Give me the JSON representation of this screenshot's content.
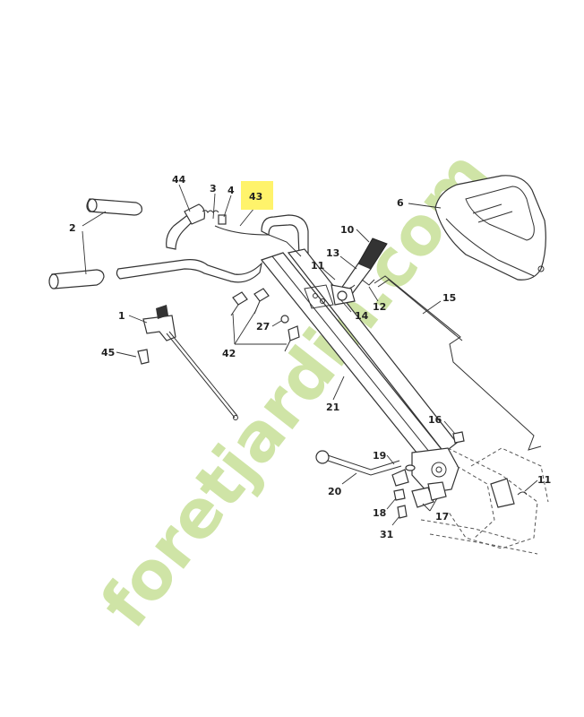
{
  "diagram": {
    "callouts": [
      {
        "id": "c44",
        "text": "44"
      },
      {
        "id": "c3",
        "text": "3"
      },
      {
        "id": "c4",
        "text": "4"
      },
      {
        "id": "c43",
        "text": "43",
        "highlight": "#fff36b"
      },
      {
        "id": "c2",
        "text": "2"
      },
      {
        "id": "c6",
        "text": "6"
      },
      {
        "id": "c10",
        "text": "10"
      },
      {
        "id": "c13",
        "text": "13"
      },
      {
        "id": "c11a",
        "text": "11"
      },
      {
        "id": "c12",
        "text": "12"
      },
      {
        "id": "c14",
        "text": "14"
      },
      {
        "id": "c15",
        "text": "15"
      },
      {
        "id": "c1",
        "text": "1"
      },
      {
        "id": "c27",
        "text": "27"
      },
      {
        "id": "c42",
        "text": "42"
      },
      {
        "id": "c45",
        "text": "45"
      },
      {
        "id": "c21",
        "text": "21"
      },
      {
        "id": "c16",
        "text": "16"
      },
      {
        "id": "c19",
        "text": "19"
      },
      {
        "id": "c20",
        "text": "20"
      },
      {
        "id": "c11b",
        "text": "11"
      },
      {
        "id": "c18",
        "text": "18"
      },
      {
        "id": "c17",
        "text": "17"
      },
      {
        "id": "c31",
        "text": "31"
      }
    ]
  },
  "watermark": {
    "text": "foretjardin.com",
    "colors": {
      "green": "#cfe4a6",
      "orange": "#f7c48a",
      "grey": "#cdbfb4"
    }
  }
}
